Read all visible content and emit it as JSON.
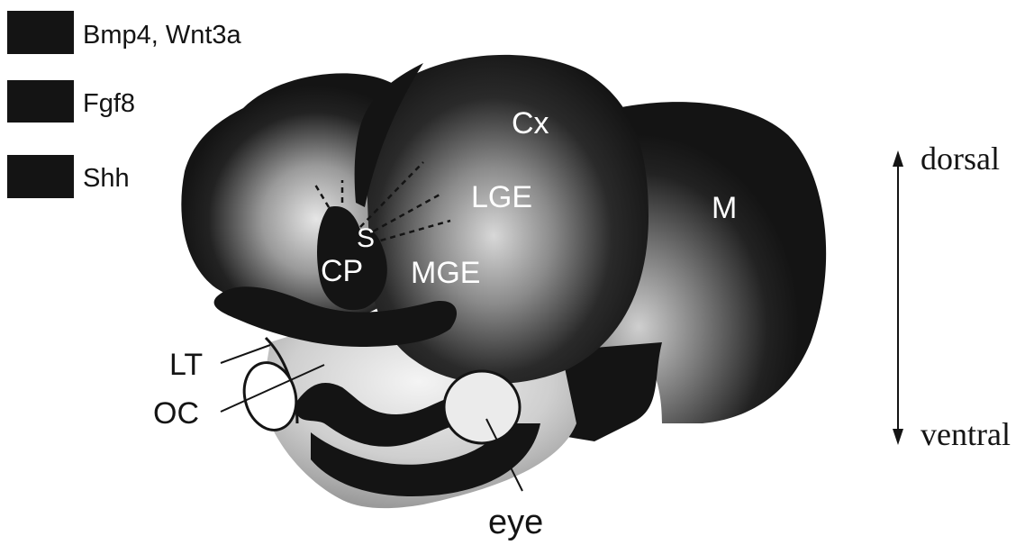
{
  "legend": {
    "items": [
      {
        "label": "Bmp4, Wnt3a",
        "color": "#141414"
      },
      {
        "label": "Fgf8",
        "color": "#141414"
      },
      {
        "label": "Shh",
        "color": "#141414"
      }
    ]
  },
  "regions": {
    "cx": "Cx",
    "lge": "LGE",
    "mge": "MGE",
    "cp": "CP",
    "s": "S",
    "m": "M"
  },
  "callouts": {
    "lt": "LT",
    "oc": "OC",
    "eye": "eye"
  },
  "axis": {
    "top": "dorsal",
    "bottom": "ventral"
  },
  "colors": {
    "dark": "#141414",
    "white": "#ffffff"
  }
}
